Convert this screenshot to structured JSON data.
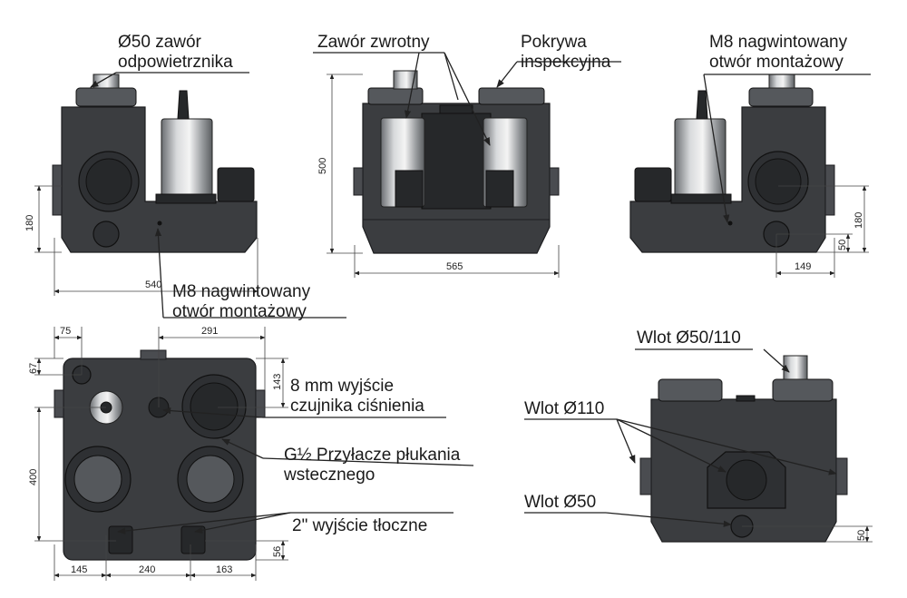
{
  "labels": {
    "vent_valve": [
      "Ø50 zawór",
      "odpowietrznika"
    ],
    "check_valve": "Zawór zwrotny",
    "inspection_cover": [
      "Pokrywa",
      "inspekcyjna"
    ],
    "threaded_hole_right": [
      "M8 nagwintowany",
      "otwór  montażowy"
    ],
    "threaded_hole_left": [
      "M8 nagwintowany",
      "otwór  montażowy"
    ],
    "pressure_sensor": [
      "8 mm wyjście",
      "czujnika ciśnienia"
    ],
    "backflush": [
      "G½ Przyłacze płukania",
      "wstecznego"
    ],
    "discharge": "2\" wyjście tłoczne",
    "inlet_50_110": "Wlot Ø50/110",
    "inlet_110": "Wlot Ø110",
    "inlet_50": "Wlot Ø50"
  },
  "dimensions": {
    "left_height": "180",
    "left_width": "540",
    "front_height": "500",
    "front_width": "565",
    "right_height": "180",
    "right_small": "50",
    "right_width": "149",
    "top_75": "75",
    "top_291": "291",
    "top_67": "67",
    "top_143": "143",
    "top_400": "400",
    "top_56": "56",
    "top_145": "145",
    "top_240": "240",
    "top_163": "163",
    "back_50": "50"
  }
}
